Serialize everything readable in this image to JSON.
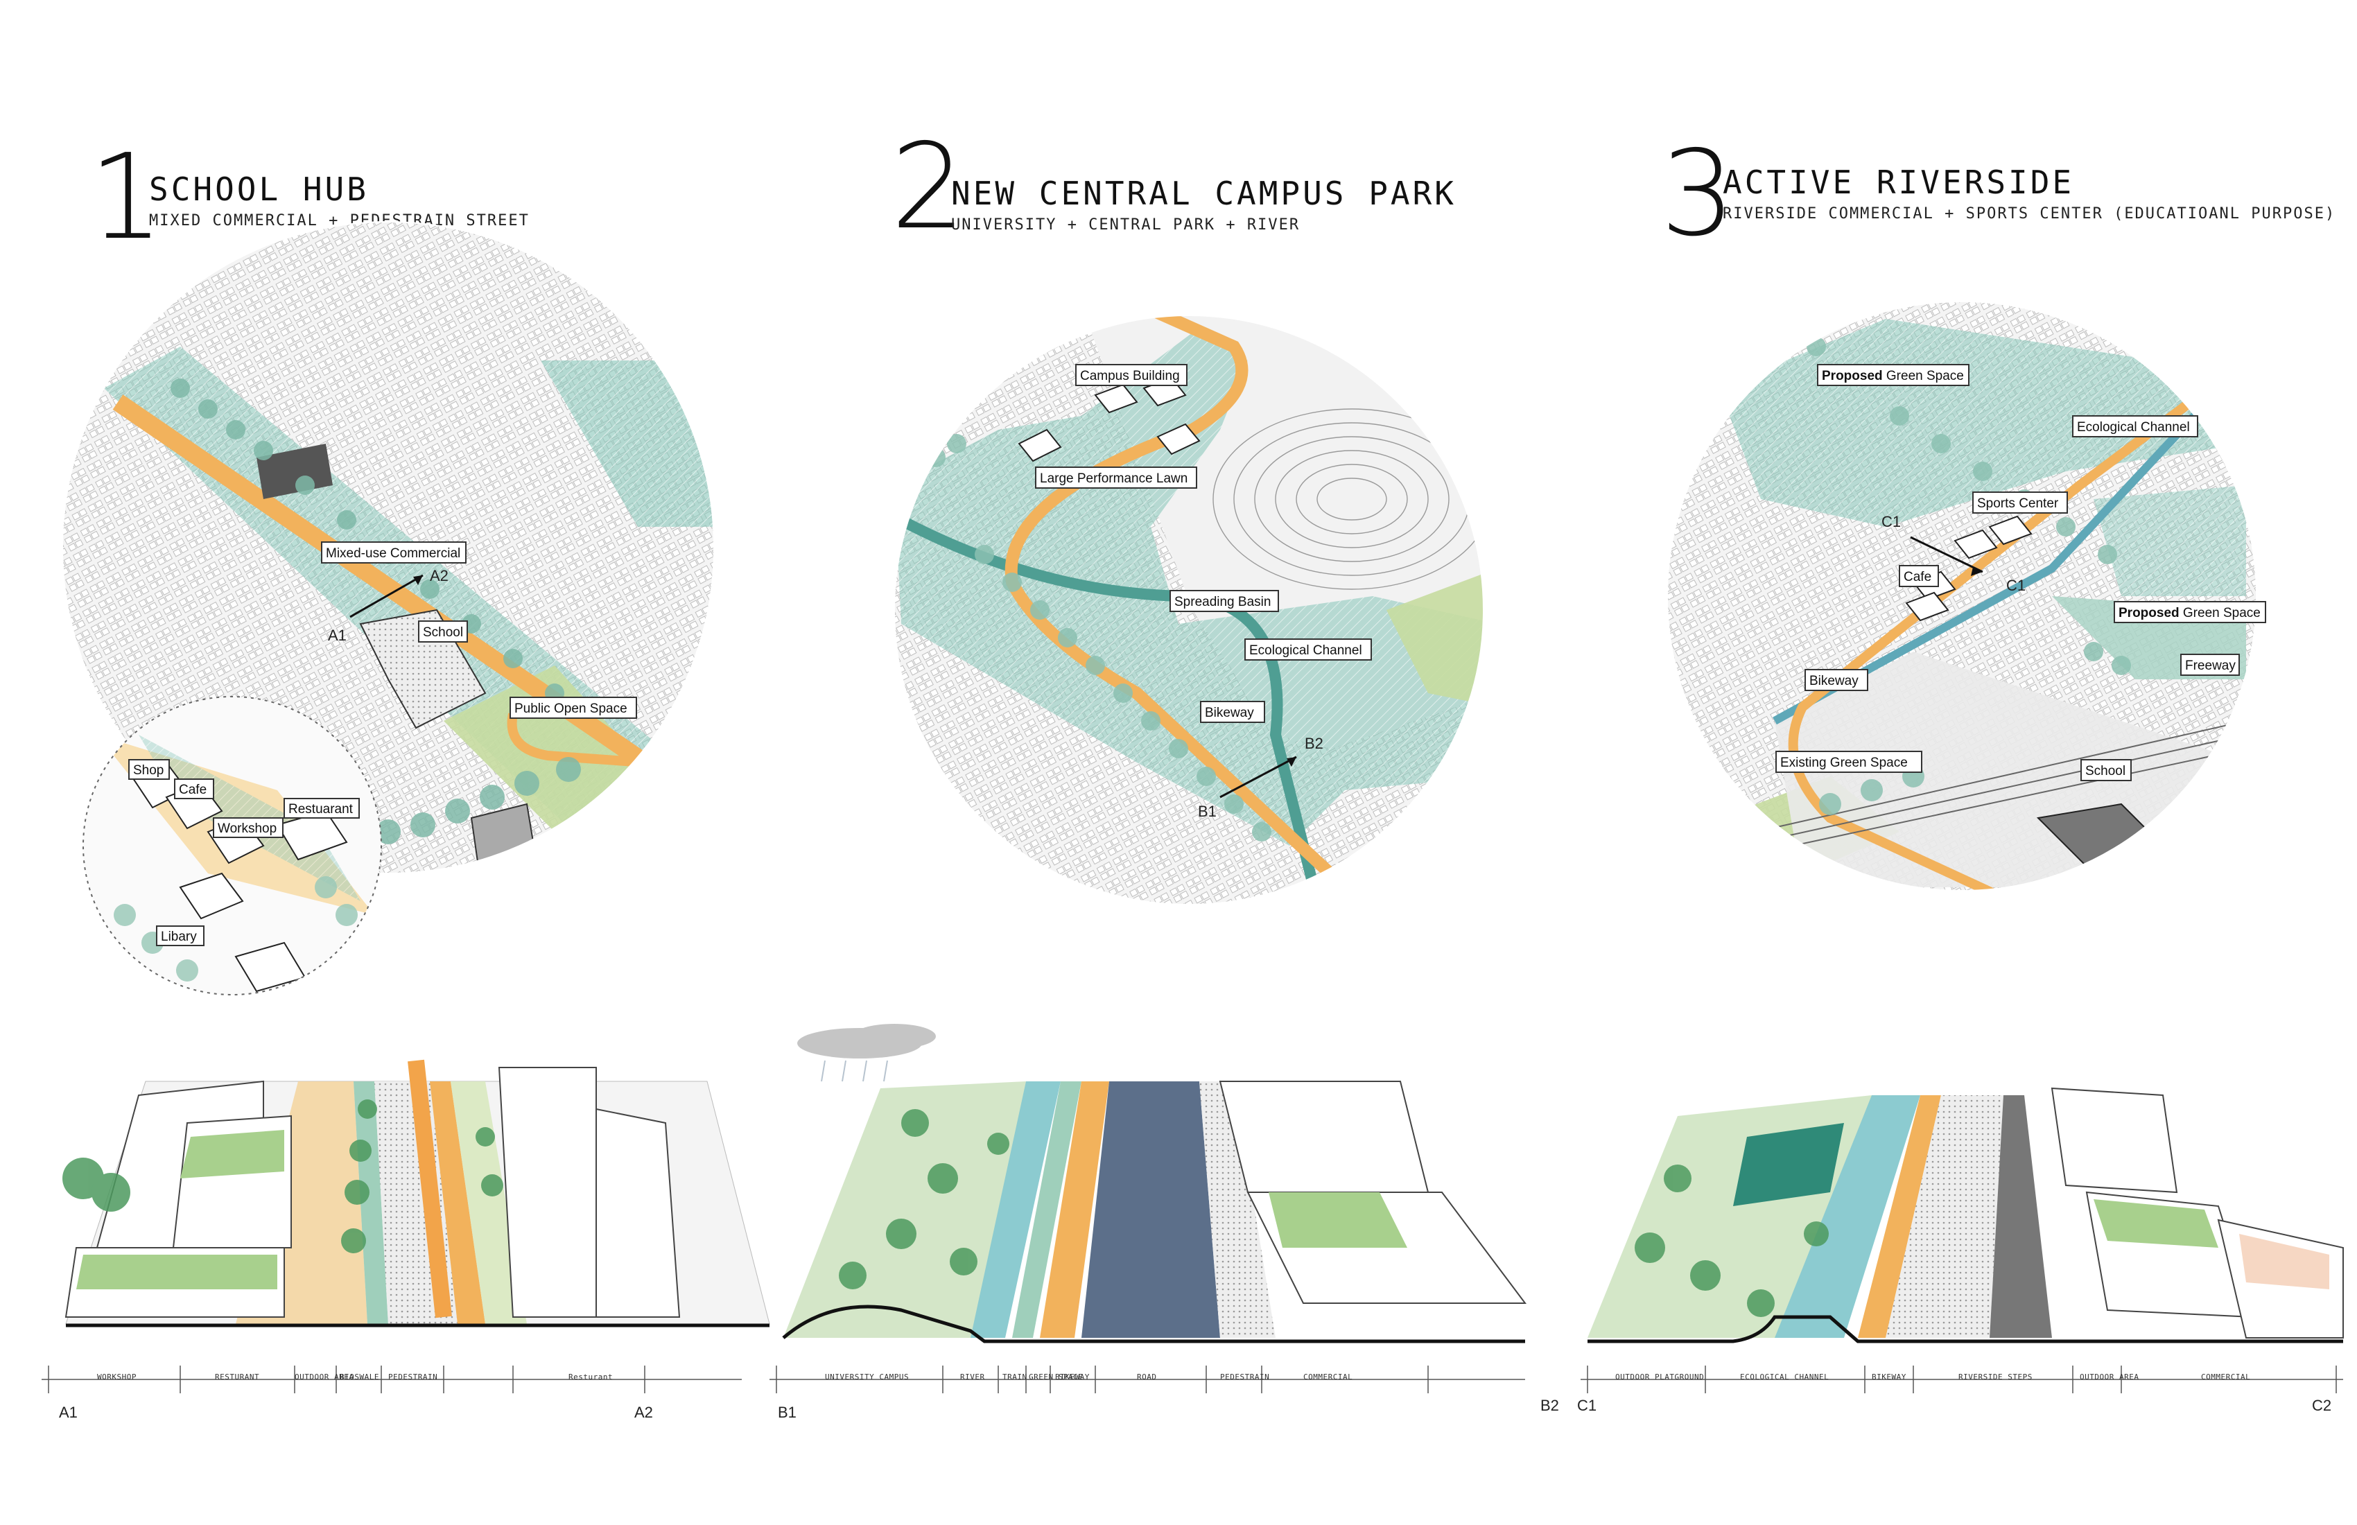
{
  "panels": [
    {
      "number": "1",
      "title": "SCHOOL HUB",
      "subtitle": "MIXED COMMERCIAL + PEDESTRAIN STREET",
      "map_labels": [
        "Mixed-use Commercial",
        "School",
        "Public Open Space",
        "Shop",
        "Cafe",
        "Workshop",
        "Restuarant",
        "Libary"
      ],
      "section_markers": [
        "A1",
        "A2"
      ],
      "section_zones": [
        "WORKSHOP",
        "RESTURANT",
        "OUTDOOR AREA",
        "BIOSWALE",
        "PEDESTRAIN",
        "Resturant"
      ],
      "section_ends": [
        "A1",
        "A2"
      ]
    },
    {
      "number": "2",
      "title": "NEW CENTRAL CAMPUS PARK",
      "subtitle": "UNIVERSITY + CENTRAL PARK + RIVER",
      "map_labels": [
        "Campus Building",
        "Large Performance Lawn",
        "Spreading Basin",
        "Ecological Channel",
        "Bikeway"
      ],
      "section_markers": [
        "B1",
        "B2"
      ],
      "section_zones": [
        "UNIVERSITY CAMPUS",
        "RIVER",
        "TRAIN",
        "GREEN SPACE",
        "BIKEWAY",
        "ROAD",
        "PEDESTRAIN",
        "COMMERCIAL"
      ],
      "section_ends": [
        "B1",
        "B2"
      ]
    },
    {
      "number": "3",
      "title": "ACTIVE RIVERSIDE",
      "subtitle": "RIVERSIDE COMMERCIAL + SPORTS CENTER (EDUCATIOANL PURPOSE)",
      "map_labels": [
        "Proposed",
        "Green Space",
        "Ecological Channel",
        "Sports Center",
        "Cafe",
        "Proposed",
        "Green Space",
        "Freeway",
        "Bikeway",
        "Existing  Green Space",
        "School"
      ],
      "section_markers": [
        "C1",
        "C1"
      ],
      "section_zones": [
        "OUTDOOR PLATGROUND",
        "ECOLOGICAL CHANNEL",
        "BIKEWAY",
        "RIVERSIDE STEPS",
        "OUTDOOR AREA",
        "COMMERCIAL"
      ],
      "section_ends": [
        "C1",
        "C2"
      ]
    }
  ],
  "colors": {
    "teal": "#8ec9bd",
    "teal_dark": "#4f9e93",
    "orange": "#f2b25c",
    "river": "#5fa8b8",
    "lawn": "#c6dba0",
    "grid": "#d9d9d9"
  }
}
